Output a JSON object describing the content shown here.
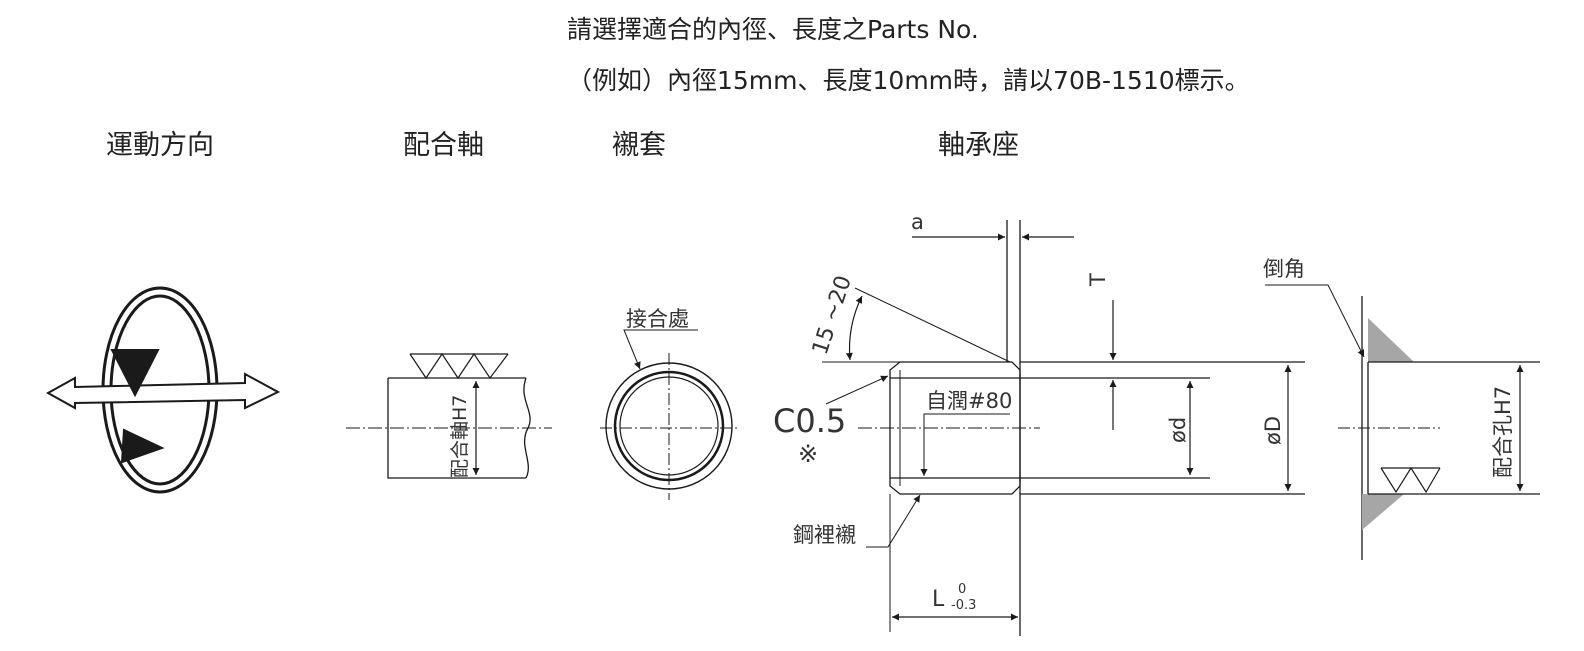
{
  "header": {
    "line1": "請選擇適合的內徑、長度之Parts No.",
    "line2": "（例如）內徑15mm、長度10mm時，請以70B-1510標示。"
  },
  "columns": {
    "motion": "運動方向",
    "shaft": "配合軸",
    "bushing": "襯套",
    "housing": "軸承座"
  },
  "labels": {
    "shaft_fit": "配合軸H7",
    "joint": "接合處",
    "angle": "15 ~20",
    "dim_a": "a",
    "dim_T": "T",
    "chamfer_c": "C0.5",
    "chamfer_mark": "※",
    "lubrication": "自潤#80",
    "steel_backing": "鋼裡襯",
    "dim_d": "ød",
    "dim_D": "øD",
    "dim_L": "L",
    "tol_upper": "0",
    "tol_lower": "-0.3",
    "chamfer": "倒角",
    "hole_fit": "配合孔H7"
  },
  "colors": {
    "line": "#1a1a1a",
    "text": "#333333",
    "fill": "#a6a6a6"
  }
}
